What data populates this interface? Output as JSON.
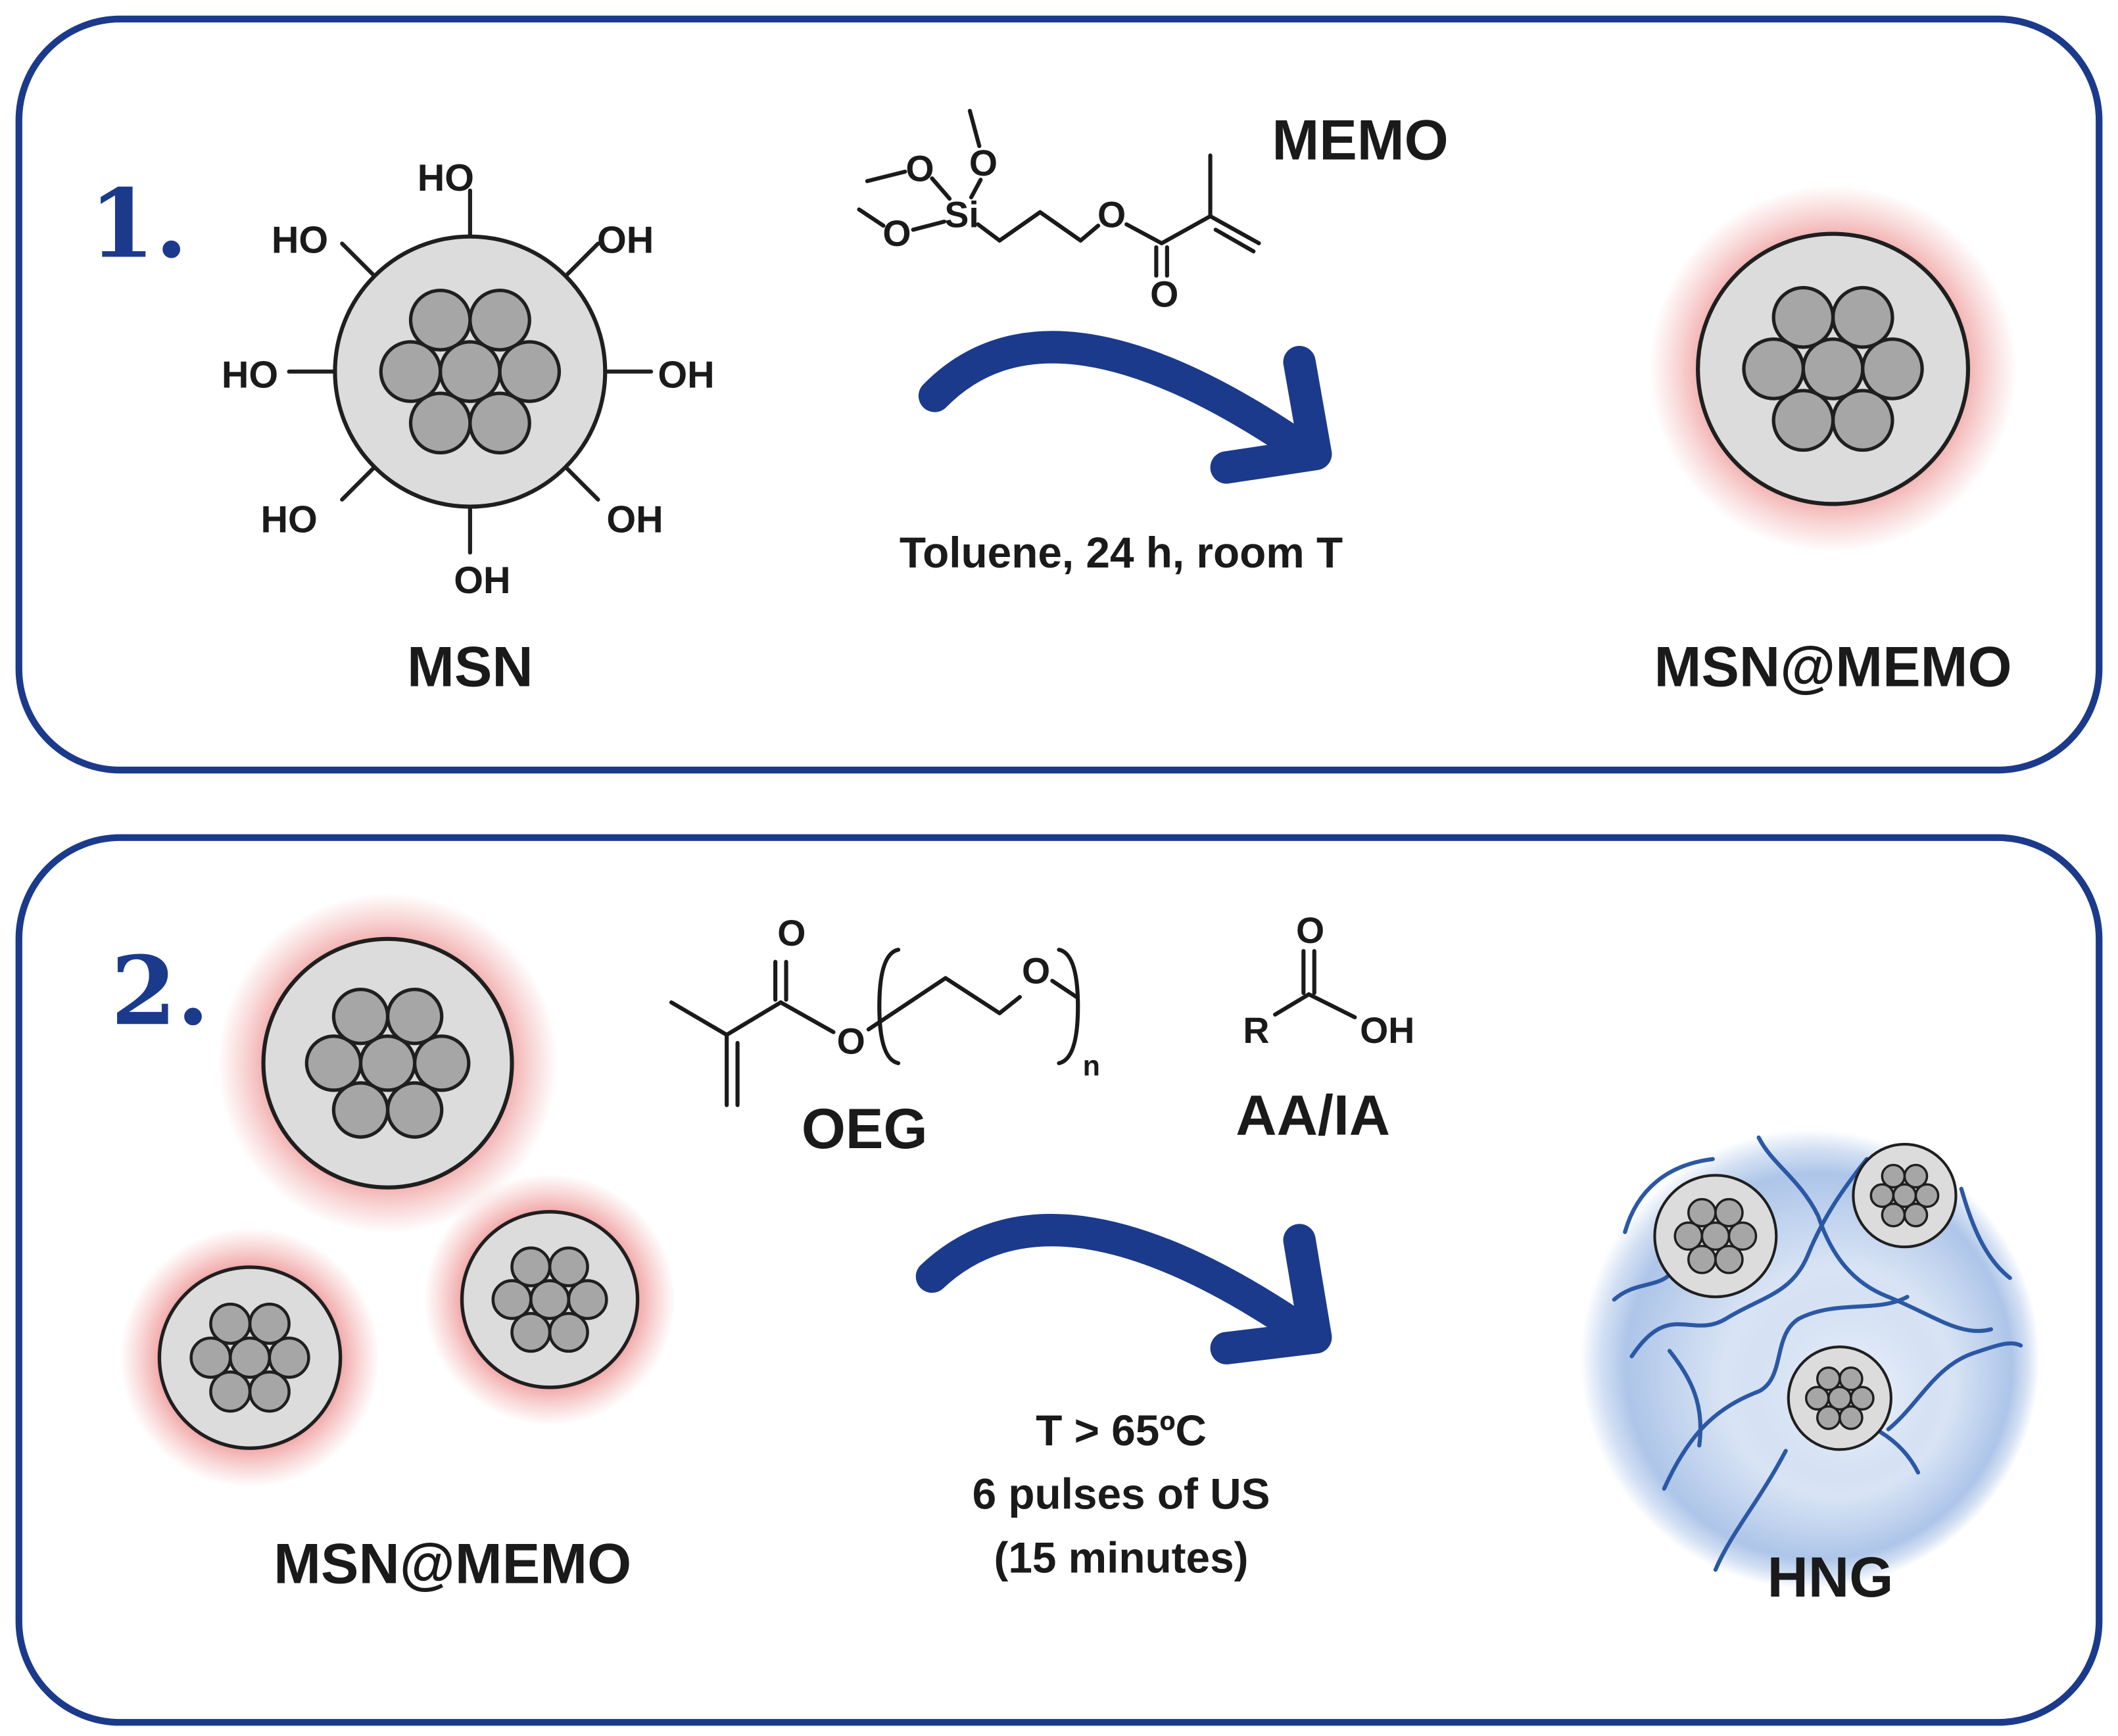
{
  "figure": {
    "panel_border_color": "#1b3a8c",
    "step_number_color": "#1b3a8c",
    "arrow_color": "#1b3a8c",
    "text_color": "#1a1a1a",
    "shell_fill_color": "#dcdcdc",
    "pore_fill_color": "#a6a6a6",
    "outline_color": "#1f1f1f",
    "memo_glow_color": "#ef9a9a",
    "gel_color": "#9fbbe5",
    "polymer_color": "#2b58a4"
  },
  "step1": {
    "number": "1.",
    "reagent": {
      "name": "MEMO",
      "atoms": [
        "O",
        "O",
        "Si",
        "O",
        "O",
        "O"
      ]
    },
    "start": {
      "label": "MSN",
      "hydroxyl_labels": [
        "HO",
        "HO",
        "OH",
        "HO",
        "OH",
        "HO",
        "OH",
        "OH"
      ]
    },
    "conditions": "Toluene, 24 h, room T",
    "product": {
      "label": "MSN@MEMO"
    }
  },
  "step2": {
    "number": "2.",
    "start": {
      "label": "MSN@MEMO"
    },
    "monomer_oeg": {
      "name": "OEG",
      "atoms": [
        "O",
        "O",
        "O"
      ],
      "repeat_index": "n"
    },
    "monomer_acid": {
      "name": "AA/IA",
      "atoms": [
        "O",
        "R",
        "OH"
      ]
    },
    "conditions": [
      "T > 65ºC",
      "6 pulses of US",
      "(15 minutes)"
    ],
    "product": {
      "label": "HNG"
    }
  }
}
